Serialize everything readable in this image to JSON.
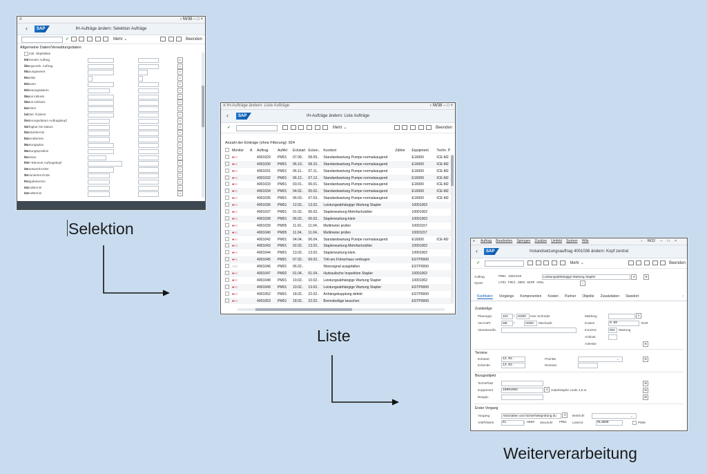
{
  "steps": [
    {
      "caption": "Selektion"
    },
    {
      "caption": "Liste"
    },
    {
      "caption": "Weiterverarbeitung"
    }
  ],
  "selektion": {
    "titlebar_text": "IW38",
    "header_title": "IH-Aufträge ändern: Selektion Aufträge",
    "toolbar": {
      "more": "Mehr",
      "exit": "Beenden"
    },
    "section_title": "Allgemeine Daten/Verwaltungsdaten",
    "checkbox_label": "Inkl. Objektliste",
    "bis": "bis",
    "fields": [
      "Führender Auftrag",
      "Übergeordn. Auftrag",
      "Planungsweert",
      "Priorität",
      "Erfasser",
      "Erfassungsdatum",
      "Status inklusiv",
      "Status exklusiv",
      "Kurztext",
      "Letzter Änderer",
      "Änderungsdatum Auftragskopf",
      "Verfügbar bis Datum",
      "Eckstarttermin",
      "Eckendtermin",
      "Wartungsplan",
      "Wartungsposition",
      "Revision",
      "PSP-Element Auftragskopf",
      "Verantwortl.KstSt",
      "Terminiertes Ende",
      "Freigabetermin",
      "Istendtermin",
      "Istendtermin"
    ]
  },
  "liste": {
    "titlebar_text": "IH-Aufträge ändern: Liste Aufträge",
    "titlebar_code": "IW38",
    "header_title": "IH-Aufträge ändern: Liste Aufträge",
    "toolbar": {
      "more": "Mehr",
      "exit": "Beenden"
    },
    "count_label": "Anzahl der Einträge (ohne Filterung): 924",
    "columns": [
      "Monitor",
      "A",
      "Auftrag",
      "AufArt",
      "Eckstart",
      "Ecken..",
      "Kurztext",
      "Zähler",
      "Equipment",
      "Techn. P"
    ],
    "rows": [
      [
        "red",
        "4001029",
        "PM01",
        "07.09..",
        "08.09..",
        "Standardwartung Pumpe normalsaugend",
        "E16000",
        "ICE-M2"
      ],
      [
        "red",
        "4001030",
        "PM01",
        "06.10..",
        "08.10..",
        "Standardwartung Pumpe normalsaugend",
        "E16000",
        "ICE-M2"
      ],
      [
        "red",
        "4001031",
        "PM01",
        "06.11..",
        "07.11..",
        "Standardwartung Pumpe normalsaugend",
        "E16000",
        "ICE-M2"
      ],
      [
        "red",
        "4001032",
        "PM01",
        "06.12..",
        "07.12..",
        "Standardwartung Pumpe normalsaugend",
        "E16000",
        "ICE-M2"
      ],
      [
        "red",
        "4001033",
        "PM01",
        "03.01..",
        "06.01..",
        "Standardwartung Pumpe normalsaugend",
        "E16000",
        "ICE-M2"
      ],
      [
        "red",
        "4001034",
        "PM01",
        "04.02..",
        "05.02..",
        "Standardwartung Pumpe normalsaugend",
        "E16000",
        "ICE-M2"
      ],
      [
        "red",
        "4001035",
        "PM01",
        "06.03..",
        "07.03..",
        "Standardwartung Pumpe normalsaugend",
        "E16000",
        "ICE-M2"
      ],
      [
        "red",
        "4001036",
        "PM01",
        "12.02..",
        "13.02..",
        "Leistungsabhängige Wartung Stapler",
        "10001002",
        ""
      ],
      [
        "red",
        "4001037",
        "PM01",
        "01.02..",
        "06.02..",
        "Staplerwartung Mehrfachzähler",
        "10001002",
        ""
      ],
      [
        "red",
        "4001038",
        "PM01",
        "06.02..",
        "06.02..",
        "Staplerwartung klein",
        "10001002",
        ""
      ],
      [
        "red",
        "4001039",
        "PM05",
        "11.01..",
        "11.04..",
        "Multimeter prüfen",
        "10001157",
        ""
      ],
      [
        "red",
        "4001040",
        "PM05",
        "11.04..",
        "11.04..",
        "Multimeter prüfen",
        "10001157",
        ""
      ],
      [
        "red",
        "4001042",
        "PM01",
        "04.04..",
        "06.04..",
        "Standardwartung Pumpe normalsaugend",
        "E16000",
        "ICE-M2"
      ],
      [
        "red",
        "4001043",
        "PM01",
        "02.02..",
        "13.02..",
        "Staplerwartung Mehrfachzähler",
        "10001002",
        ""
      ],
      [
        "red",
        "4001044",
        "PM01",
        "13.02..",
        "13.02..",
        "Staplerwartung klein",
        "10001002",
        ""
      ],
      [
        "red",
        "4001045",
        "PM01",
        "07.02..",
        "09.02..",
        "Tritt am Führerhaus verbogen",
        "ESTP0000",
        ""
      ],
      [
        "gray",
        "4001046",
        "PM01",
        "06.02..",
        "",
        "Warnsignal ausgefallen",
        "ESTP0000",
        ""
      ],
      [
        "red",
        "4001047",
        "PM02",
        "01.04..",
        "01.04..",
        "Hydraulische Inspektion Stapler",
        "10001002",
        ""
      ],
      [
        "red",
        "4001048",
        "PM01",
        "10.02..",
        "10.02..",
        "Leistungsabhängige Wartung Stapler",
        "10001002",
        ""
      ],
      [
        "red",
        "4001049",
        "PM01",
        "10.02..",
        "13.02..",
        "Leistungsabhängige Wartung Stapler",
        "ESTP0000",
        ""
      ],
      [
        "red",
        "4001052",
        "PM01",
        "18.02..",
        "22.02..",
        "Anhängekupplung defekt",
        "ESTP0000",
        ""
      ],
      [
        "red",
        "4001053",
        "PM01",
        "18.02..",
        "22.02..",
        "Bremsbeläge tauschen",
        "ESTP0000",
        ""
      ]
    ]
  },
  "weiter": {
    "menu": [
      "Auftrag",
      "Bearbeiten",
      "Springen",
      "Zusätze",
      "Umfeld",
      "System",
      "Hilfe"
    ],
    "titlebar_code": "IW32",
    "header_title": "Instandsetzungsauftrag 4001036 ändern: Kopf zentral",
    "toolbar": {
      "more": "Mehr",
      "exit": "Beenden"
    },
    "auftrag_label": "Auftrag",
    "auftrag_type": "PM01",
    "auftrag_nr": "4001036",
    "kurztext": "Leistungsabhängige Wartung Stapler",
    "sysst_label": "SysSt",
    "sysst_value": "LFRV FREI ABRV KKMP VOKL",
    "tabs": [
      "Kopfdaten",
      "Vorgänge",
      "Komponenten",
      "Kosten",
      "Partner",
      "Objekte",
      "Zusatzdaten",
      "Standort"
    ],
    "zustaendige": {
      "title": "Zuständige",
      "planergrp_label": "Planergrp.",
      "planergrp_value": "102",
      "planergrp_werk": "HD00",
      "planergrp_text": "Herr Schröder",
      "verantwpl_label": "VerAntPl.",
      "verantwpl_value": "ME",
      "verantwpl_werk": "HD00",
      "verantwpl_text": "Mechanik",
      "verantwortl_label": "Verantwortlic.",
      "meldung_label": "Meldung",
      "kosten_label": "Kosten",
      "kosten_value": "0.00",
      "kosten_currency": "EUR",
      "ihleistart_label": "IHLstArt",
      "ihleistart_value": "002",
      "ihleistart_text": "Wartung",
      "anlzust_label": "AnlZust",
      "adresse_label": "Adresse"
    },
    "termine": {
      "title": "Termine",
      "eckstart_label": "Eckstart",
      "eckstart_value": "12.02.",
      "eckende_label": "Eckende",
      "eckende_value": "13.02.",
      "prioritaet_label": "Priorität",
      "revision_label": "Revision"
    },
    "bezugsobjekt": {
      "title": "Bezugsobjekt",
      "techplatz_label": "TechnPlatz",
      "equipment_label": "Equipment",
      "equipment_value": "10001002",
      "equipment_text": "Gabelstapler Linde 4,5 to",
      "baugrp_label": "Baugrp."
    },
    "erster_vorgang": {
      "title": "Erster Vorgang",
      "vorgang_label": "Vorgang",
      "vorgang_value": "Abschalten und Sicherheitsprüfung du",
      "betrschl_label": "BetrSchl",
      "arbplwerk_label": "ArbPl/Werk",
      "arbplwerk_value": "EL",
      "arbplwerk_werk": "HD00",
      "steuschl_label": "SteuSchl",
      "steuschl_value": "PM01",
      "leistart_label": "LeistArt",
      "leistart_value": "MLAB00",
      "pmm_label": "PMM"
    }
  }
}
